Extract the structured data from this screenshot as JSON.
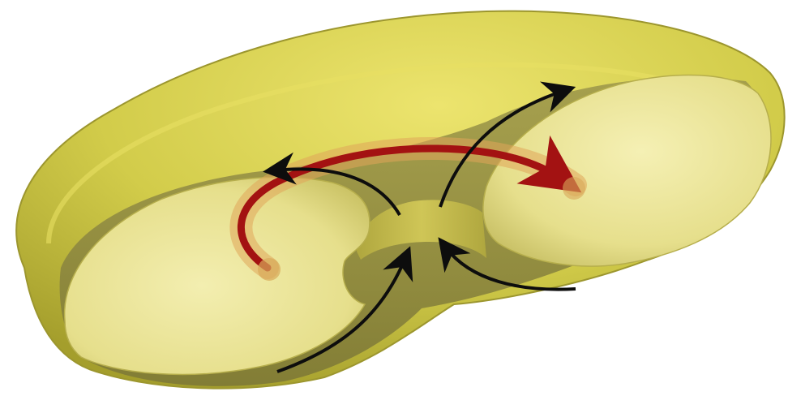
{
  "figure": {
    "description_visible_text": "",
    "colors": {
      "background": "#ffffff",
      "shell_outer": "#d2cc4a",
      "shell_highlight": "#ece46e",
      "shell_dark": "#a49e2c",
      "inner_face": "#f1eca4",
      "inner_face_shade": "#d9d27a",
      "cut_wall": "#8f8a40",
      "core_tube": "#c9bf48",
      "primary_flow": "#a31212",
      "primary_flow_glow": "#e0a55a",
      "secondary_flow": "#0d0d0d"
    },
    "flows": {
      "primary": {
        "count": 1,
        "color_name": "red",
        "direction": "left-to-right"
      },
      "secondary": {
        "count": 4,
        "color_name": "black"
      }
    }
  }
}
